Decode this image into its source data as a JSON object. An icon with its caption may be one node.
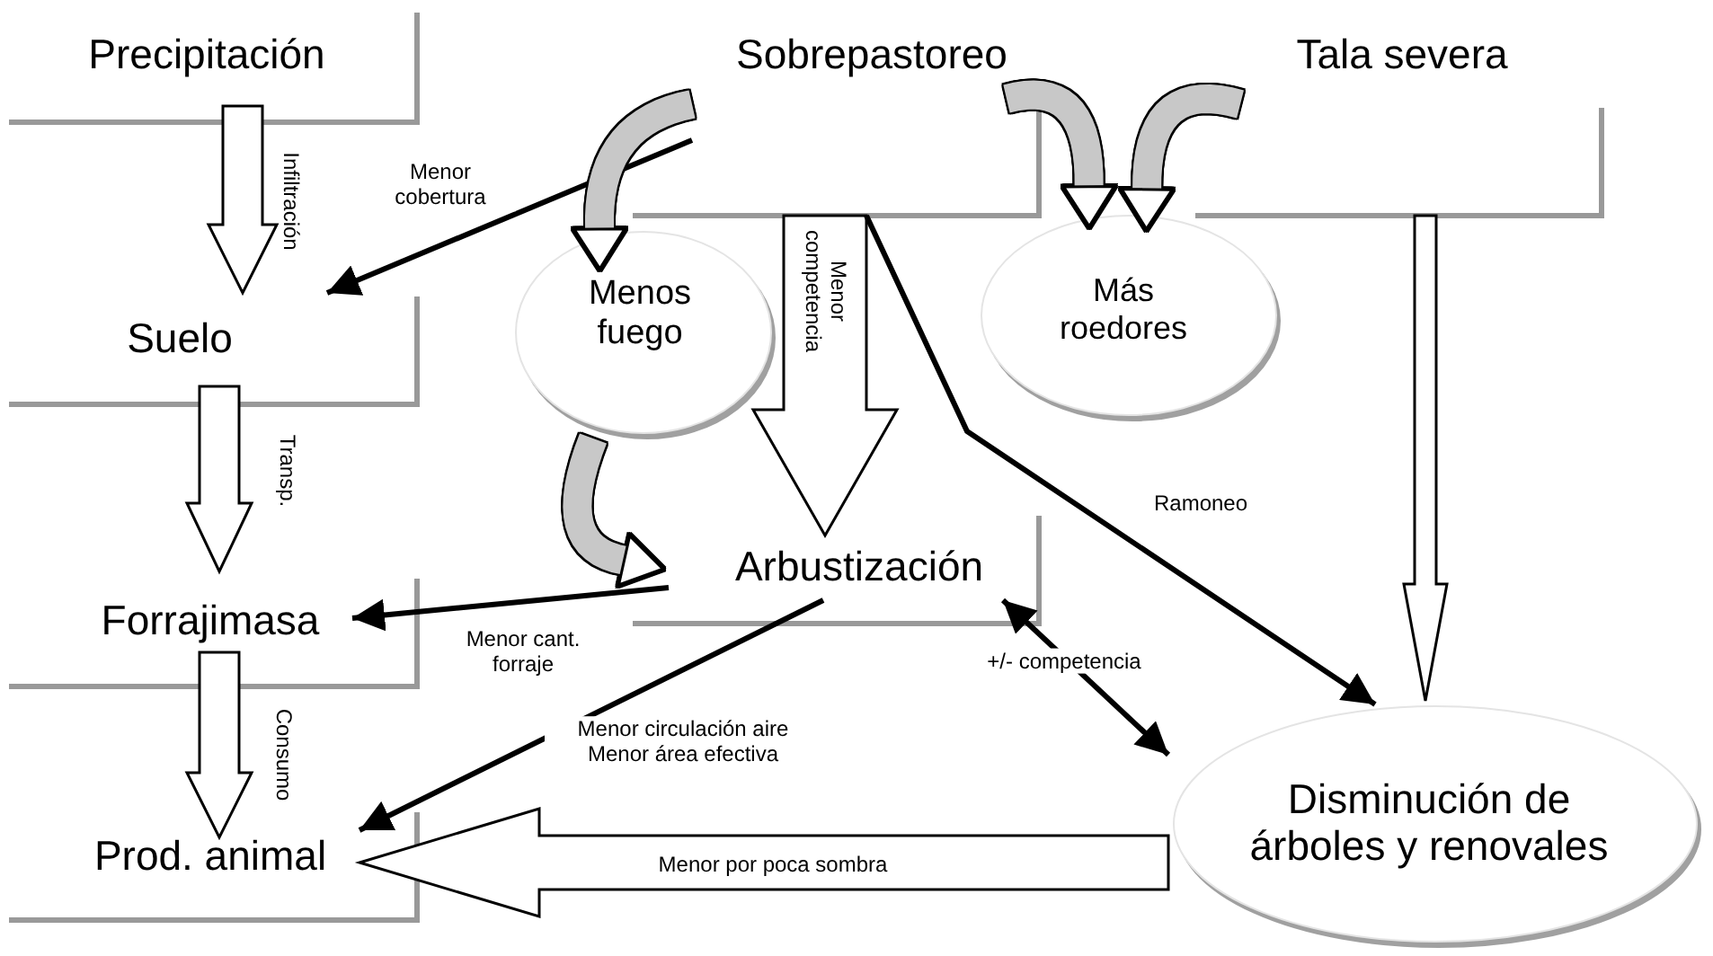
{
  "diagram": {
    "nodes": [
      {
        "text": [
          "Precipitación"
        ]
      },
      {
        "text": [
          "Suelo"
        ]
      },
      {
        "text": [
          "Forrajimasa"
        ]
      },
      {
        "text": [
          "Prod. animal"
        ]
      },
      {
        "text": [
          "Sobrepastoreo"
        ]
      },
      {
        "text": [
          "Tala severa"
        ]
      },
      {
        "text": [
          "Menos fuego"
        ]
      },
      {
        "text": [
          "Más roedores"
        ]
      },
      {
        "text": [
          "Arbustización"
        ]
      },
      {
        "text": [
          "Disminución de árboles y renovales"
        ]
      }
    ],
    "edges": [
      {
        "from": 0,
        "to": 1,
        "arrow": "to",
        "label": "Infiltración",
        "style": "thick"
      },
      {
        "from": 1,
        "to": 2,
        "arrow": "to",
        "label": "Transp.",
        "style": "thick"
      },
      {
        "from": 2,
        "to": 3,
        "arrow": "to",
        "label": "Consumo",
        "style": "thick"
      },
      {
        "from": 4,
        "to": 1,
        "arrow": "to",
        "label": "Menor cobertura"
      },
      {
        "from": 4,
        "to": 6,
        "arrow": "to",
        "style": "thick",
        "color": "#c8c8c8"
      },
      {
        "from": 6,
        "to": 8,
        "arrow": "to",
        "style": "thick",
        "color": "#c8c8c8"
      },
      {
        "from": 4,
        "to": 8,
        "arrow": "to",
        "label": "Menor competencia",
        "style": "thick"
      },
      {
        "from": 4,
        "to": 7,
        "arrow": "to",
        "style": "thick",
        "color": "#c8c8c8"
      },
      {
        "from": 5,
        "to": 7,
        "arrow": "to",
        "style": "thick",
        "color": "#c8c8c8"
      },
      {
        "from": 4,
        "to": 9,
        "arrow": "to",
        "label": "Ramoneo"
      },
      {
        "from": 5,
        "to": 9,
        "arrow": "to",
        "style": "thick"
      },
      {
        "from": 8,
        "to": 2,
        "arrow": "to",
        "label": "Menor cant. forraje"
      },
      {
        "from": 8,
        "to": 3,
        "arrow": "to",
        "label": "Menor circulación aire Menor área efectiva"
      },
      {
        "from": 8,
        "to": 9,
        "arrow": "both",
        "label": "+/- competencia"
      },
      {
        "from": 9,
        "to": 3,
        "arrow": "to",
        "label": "Menor por poca sombra",
        "style": "thick"
      }
    ]
  }
}
